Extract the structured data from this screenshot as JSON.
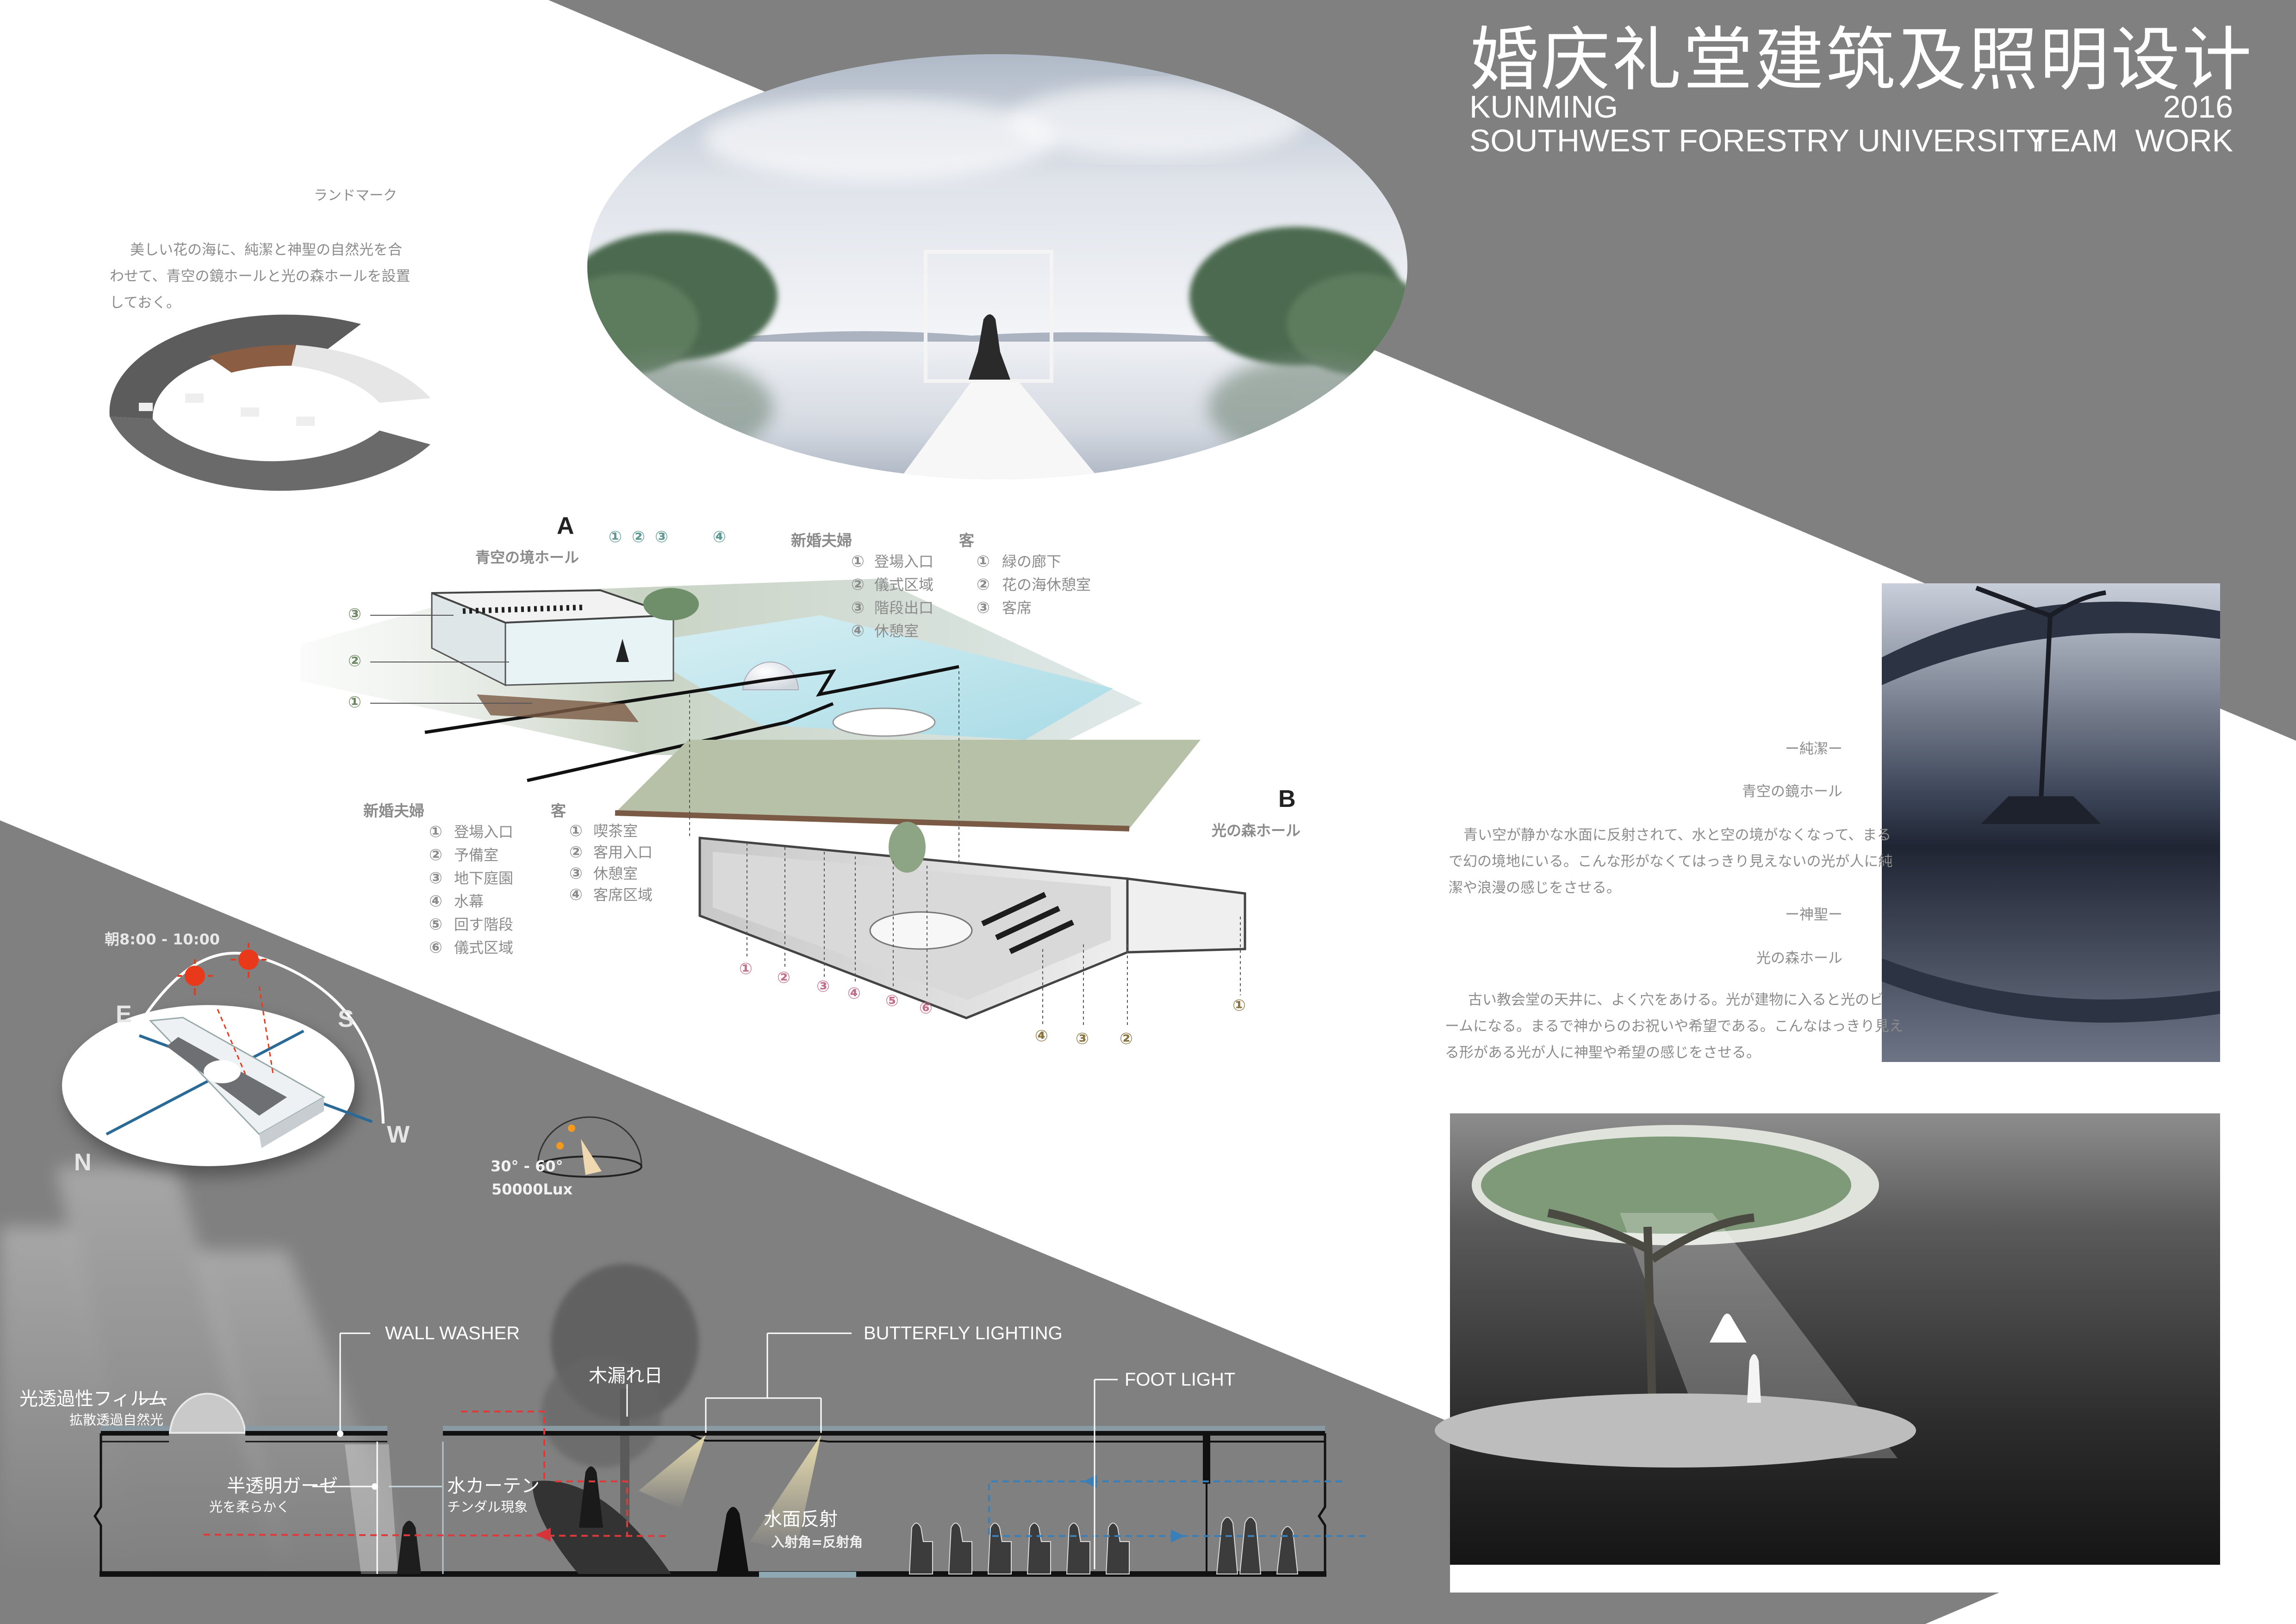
{
  "title": {
    "main": "婚庆礼堂建筑及照明设计",
    "city": "KUNMING",
    "university": "SOUTHWEST FORESTRY UNIVERSITY",
    "year": "2016",
    "team": "TEAM  WORK"
  },
  "landmark": {
    "heading": "ランドマーク",
    "lines": [
      "美しい花の海に、純潔と神聖の自然光を合",
      "わせて、青空の鏡ホールと光の森ホールを設置",
      "しておく。"
    ]
  },
  "hall_a": {
    "letter": "A",
    "name": "青空の境ホール",
    "markers_top": [
      "①",
      "②",
      "③",
      "④"
    ],
    "markers_left": [
      "③",
      "②",
      "①"
    ]
  },
  "hall_b": {
    "letter": "B",
    "name": "光の森ホール",
    "markers_bottom": [
      "①",
      "②",
      "③",
      "④",
      "⑤",
      "⑥"
    ],
    "markers_right": [
      "④",
      "③",
      "②",
      "①"
    ]
  },
  "legend_a": {
    "couple": {
      "heading": "新婚夫婦",
      "items": [
        {
          "num": "①",
          "label": "登場入口"
        },
        {
          "num": "②",
          "label": "儀式区域"
        },
        {
          "num": "③",
          "label": "階段出口"
        },
        {
          "num": "④",
          "label": "休憩室"
        }
      ]
    },
    "guest": {
      "heading": "客",
      "items": [
        {
          "num": "①",
          "label": "緑の廊下"
        },
        {
          "num": "②",
          "label": "花の海休憩室"
        },
        {
          "num": "③",
          "label": "客席"
        }
      ]
    }
  },
  "legend_b": {
    "couple": {
      "heading": "新婚夫婦",
      "items": [
        {
          "num": "①",
          "label": "登場入口"
        },
        {
          "num": "②",
          "label": "予備室"
        },
        {
          "num": "③",
          "label": "地下庭園"
        },
        {
          "num": "④",
          "label": "水幕"
        },
        {
          "num": "⑤",
          "label": "回す階段"
        },
        {
          "num": "⑥",
          "label": "儀式区域"
        }
      ]
    },
    "guest": {
      "heading": "客",
      "items": [
        {
          "num": "①",
          "label": "喫茶室"
        },
        {
          "num": "②",
          "label": "客用入口"
        },
        {
          "num": "③",
          "label": "休憩室"
        },
        {
          "num": "④",
          "label": "客席区域"
        }
      ]
    }
  },
  "description": {
    "purity_heading": "ー純潔ー",
    "purity_hall": "青空の鏡ホール",
    "purity_lines": [
      "青い空が静かな水面に反射されて、水と空の境がなくなって、まる",
      "で幻の境地にいる。こんな形がなくてはっきり見えないの光が人に純",
      "潔や浪漫の感じをさせる。"
    ],
    "sacred_heading": "ー神聖ー",
    "sacred_hall": "光の森ホール",
    "sacred_lines": [
      "古い教会堂の天井に、よく穴をあける。光が建物に入ると光のビ",
      "ームになる。まるで神からのお祝いや希望である。こんなはっきり見え",
      "る形がある光が人に神聖や希望の感じをさせる。"
    ]
  },
  "sun_study": {
    "time": "朝8:00 - 10:00",
    "east": "E",
    "south": "S",
    "west": "W",
    "north": "N",
    "angle": "30° - 60°",
    "lux": "50000Lux"
  },
  "section": {
    "wall_washer": "WALL WASHER",
    "butterfly": "BUTTERFLY LIGHTING",
    "foot_light": "FOOT LIGHT",
    "komorebi": "木漏れ日",
    "film": "光透過性フィルム",
    "film_sub": "拡散透過自然光",
    "gauze": "半透明ガーゼ",
    "gauze_sub": "光を柔らかく",
    "water_curtain": "水カーテン",
    "water_curtain_sub": "チンダル現象",
    "water_reflection": "水面反射",
    "water_reflection_sub": "入射角=反射角"
  },
  "colors": {
    "panel_gray": "#808080",
    "a_couple": "#5e9994",
    "a_guest": "#6e8964",
    "b_couple": "#c2708c",
    "b_guest": "#8a7440",
    "sun": "#e8391a",
    "guide_red": "#e0393a",
    "guide_blue": "#3a7fb8"
  }
}
